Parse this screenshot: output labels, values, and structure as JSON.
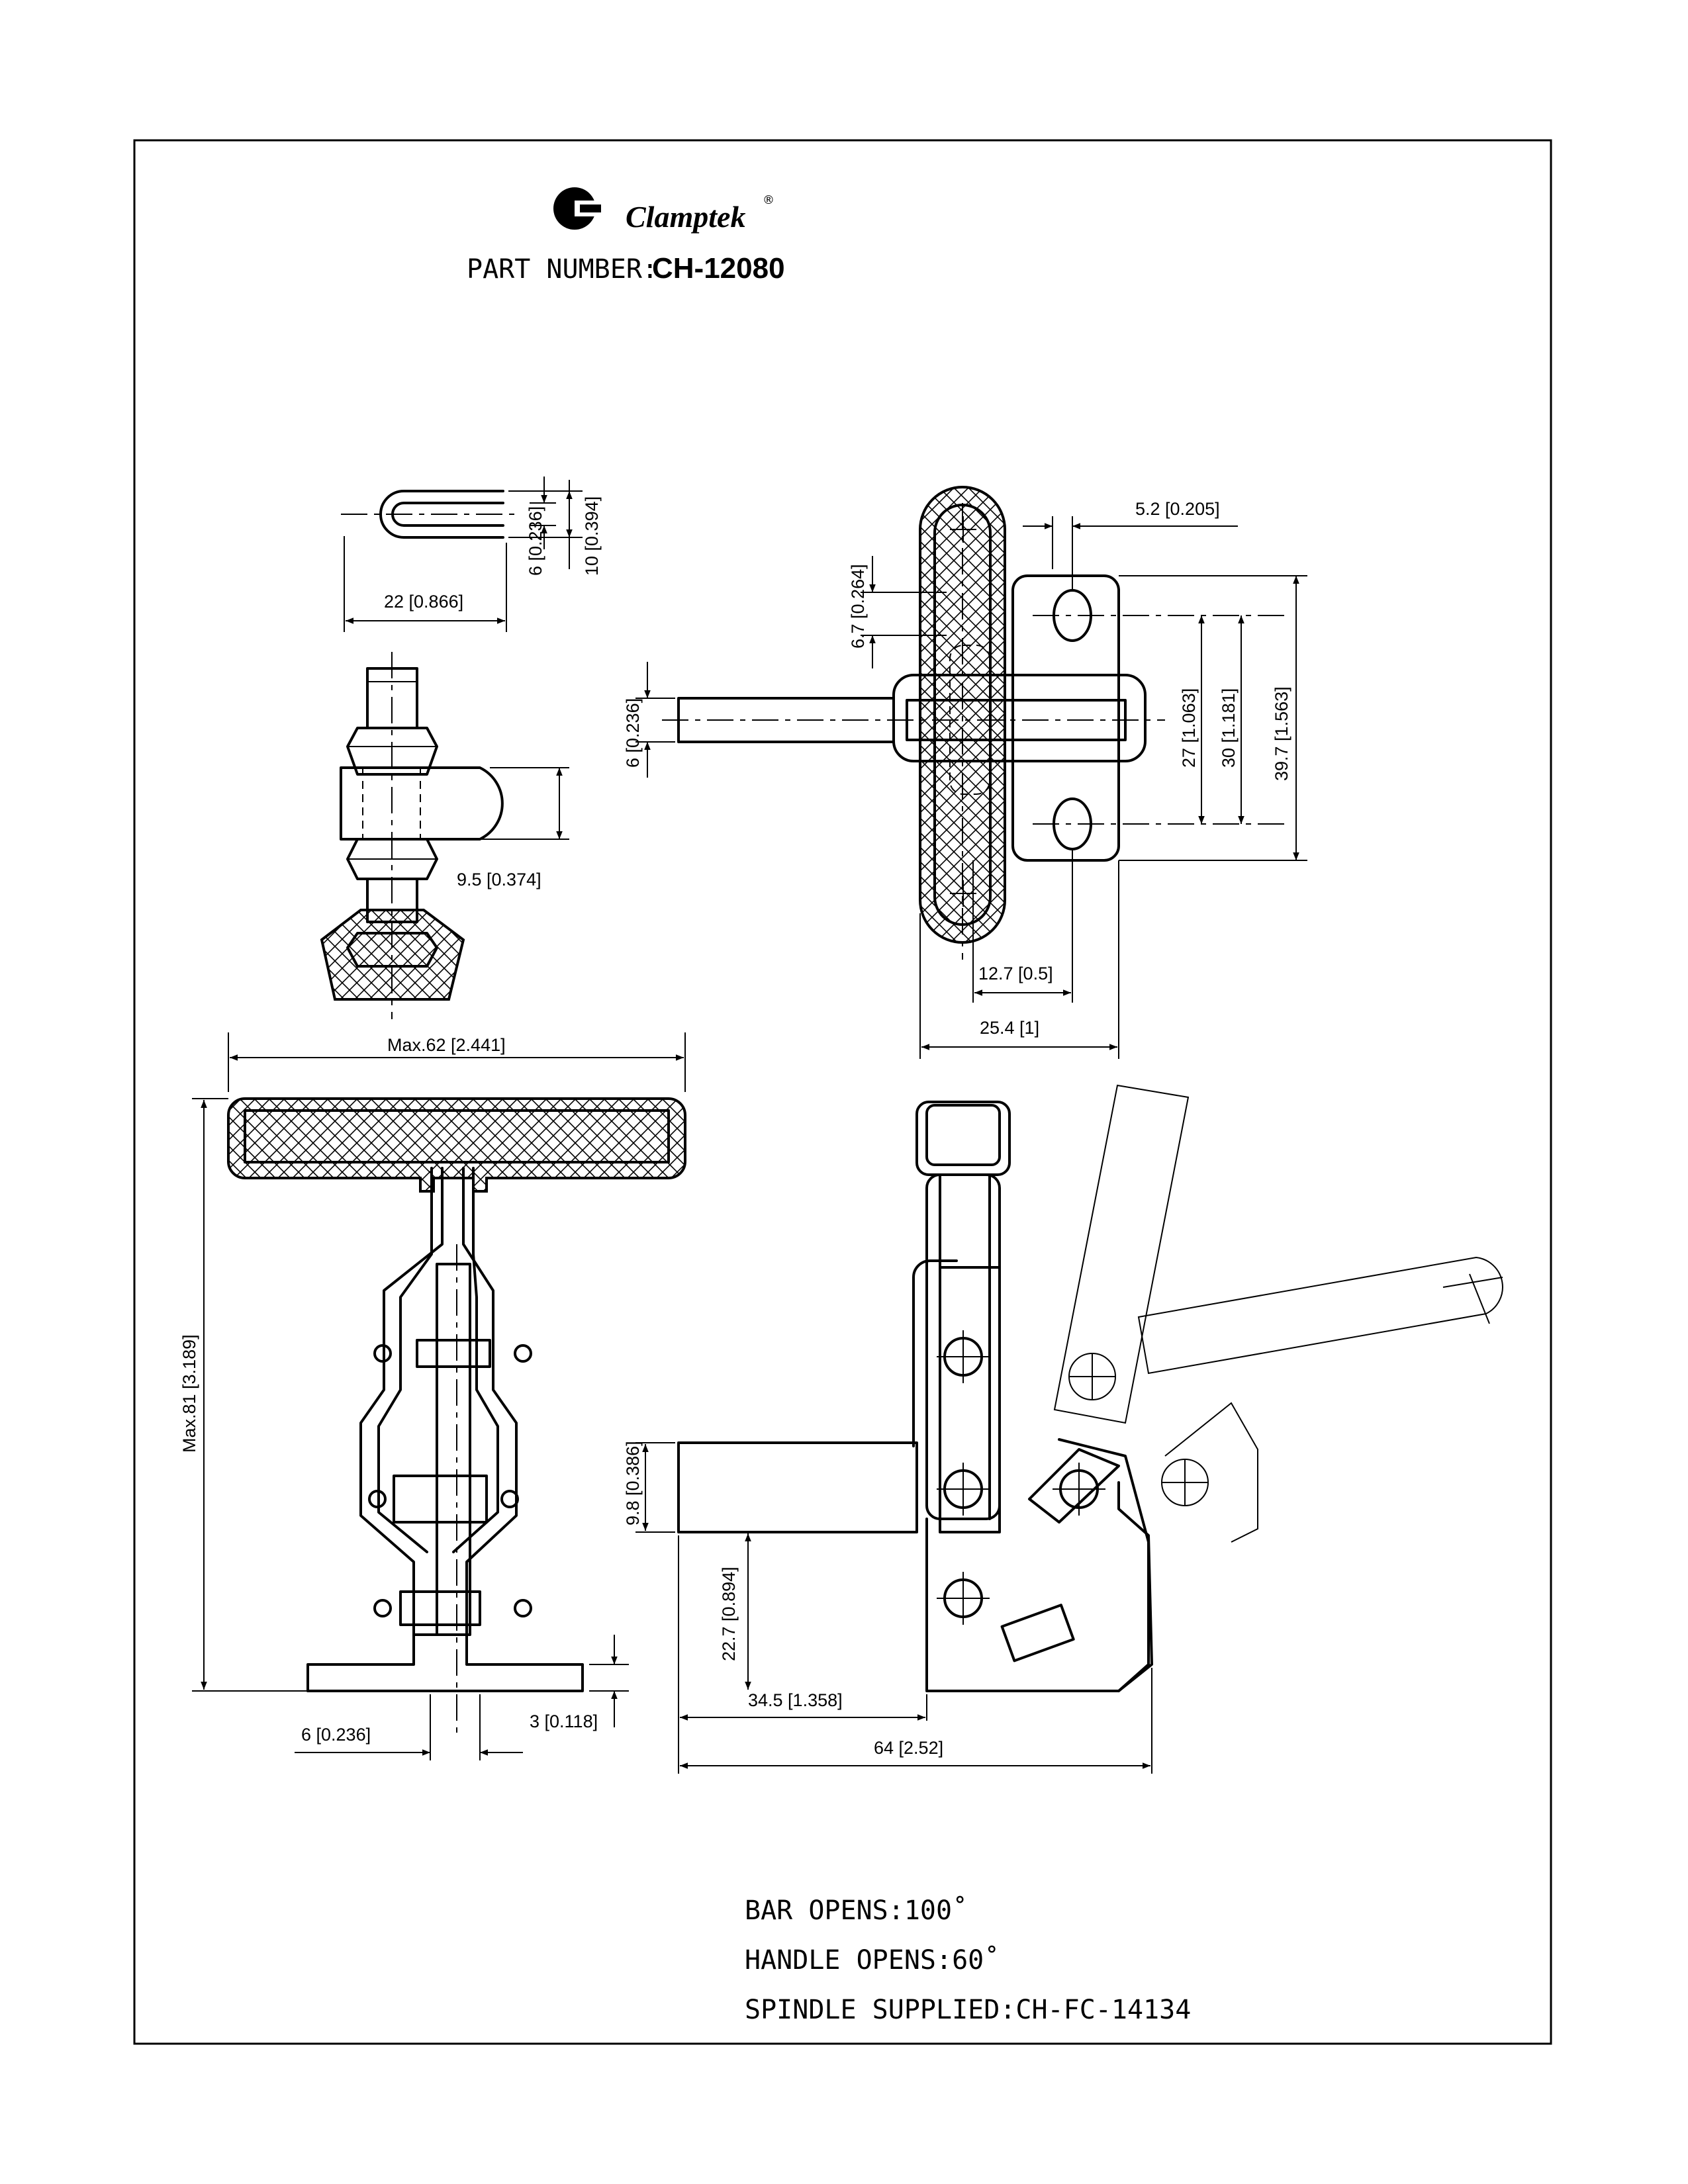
{
  "brand": {
    "name": "Clamptek",
    "mark": "®"
  },
  "part": {
    "label": "PART NUMBER:",
    "number": "CH-12080"
  },
  "dimensions": {
    "u_width": "22 [0.866]",
    "u_slot": "6 [0.236]",
    "u_height": "10 [0.394]",
    "spindle_offset": "9.5 [0.374]",
    "top_dist": "5.2 [0.205]",
    "top_slot": "6.7 [0.264]",
    "bar_dia": "6 [0.236]",
    "hole_27": "27 [1.063]",
    "hole_30": "30 [1.181]",
    "base_39": "39.7 [1.563]",
    "hole_12": "12.7 [0.5]",
    "base_25": "25.4 [1]",
    "max_width": "Max.62 [2.441]",
    "max_height": "Max.81 [3.189]",
    "base_6": "6 [0.236]",
    "base_3": "3 [0.118]",
    "bar_9_8": "9.8 [0.386]",
    "height_22_7": "22.7 [0.894]",
    "len_34_5": "34.5 [1.358]",
    "len_64": "64 [2.52]"
  },
  "notes": {
    "bar_opens": "BAR OPENS:100˚",
    "handle_opens": "HANDLE OPENS:60˚",
    "spindle": "SPINDLE SUPPLIED:CH-FC-14134"
  }
}
